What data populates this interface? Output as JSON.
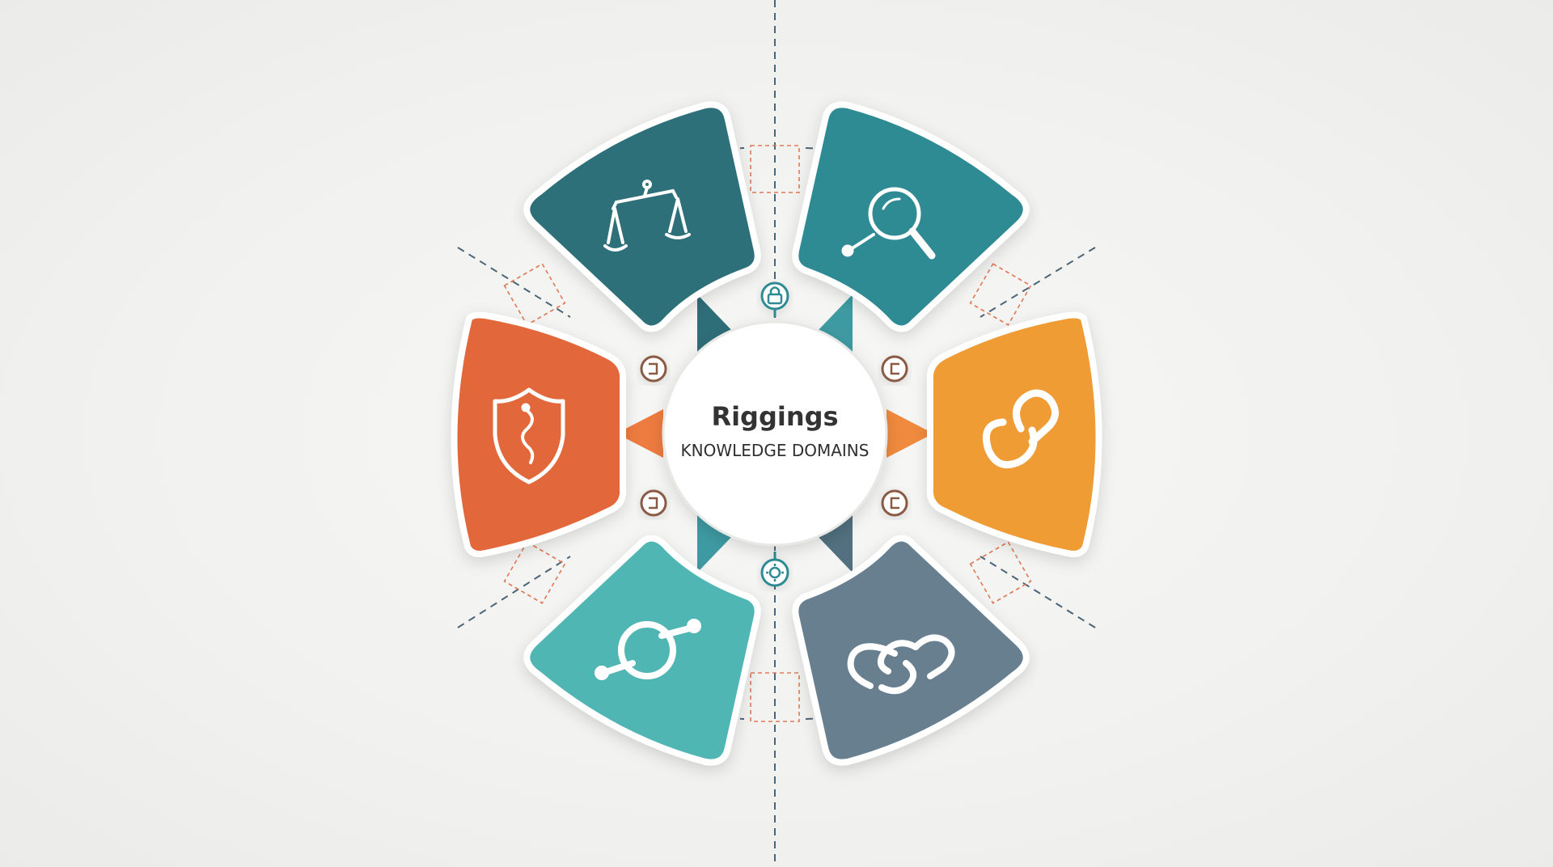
{
  "hub": {
    "title": "Riggings",
    "subtitle": "KNOWLEDGE DOMAINS"
  },
  "segments": [
    {
      "name": "balance-scale",
      "color": "#2f7079",
      "icon": "balance-scale-icon"
    },
    {
      "name": "magnifier",
      "color": "#2f8b93",
      "icon": "magnifier-icon"
    },
    {
      "name": "shield",
      "color": "#e2673a",
      "icon": "shield-icon"
    },
    {
      "name": "chain-link",
      "color": "#ef9c35",
      "icon": "chain-link-icon"
    },
    {
      "name": "shackle",
      "color": "#4fb6b4",
      "icon": "shackle-icon"
    },
    {
      "name": "chain",
      "color": "#677f8f",
      "icon": "chain-icon"
    }
  ],
  "connectors": [
    {
      "name": "top",
      "color": "#2f8b93",
      "icon": "lock-icon"
    },
    {
      "name": "bottom",
      "color": "#2f8b93",
      "icon": "gear-icon"
    },
    {
      "name": "upper-left",
      "color": "#8a5a44",
      "icon": "bracket-icon"
    },
    {
      "name": "upper-right",
      "color": "#8a5a44",
      "icon": "bracket-icon"
    },
    {
      "name": "lower-left",
      "color": "#8a5a44",
      "icon": "bracket-icon"
    },
    {
      "name": "lower-right",
      "color": "#8a5a44",
      "icon": "bracket-icon"
    }
  ],
  "colors": {
    "dashed_line": "#4a6478",
    "accent_dash": "#e07a55",
    "hub_fill": "#ffffff"
  }
}
